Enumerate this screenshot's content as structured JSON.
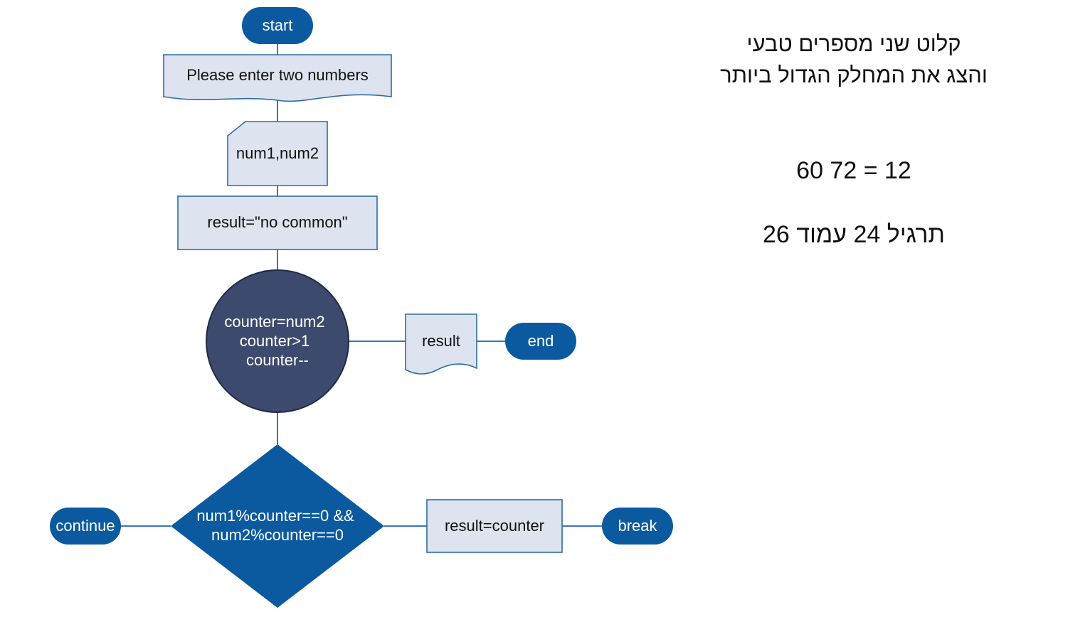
{
  "flowchart": {
    "start_label": "start",
    "prompt_label": "Please enter two numbers",
    "input_label": "num1,num2",
    "init_label": "result=\"no common\"",
    "loop": {
      "line1": "counter=num2",
      "line2": "counter>1",
      "line3": "counter--"
    },
    "output_label": "result",
    "end_label": "end",
    "condition": {
      "line1": "num1%counter==0 &&",
      "line2": "num2%counter==0"
    },
    "continue_label": "continue",
    "assign_label": "result=counter",
    "break_label": "break"
  },
  "text_panel": {
    "title_line1": "קלוט שני מספרים טבעי",
    "title_line2": "והצג את המחלק הגדול ביותר",
    "example": "60 72 = 12",
    "exercise": "תרגיל 24 עמוד 26"
  },
  "colors": {
    "pill_fill": "#0b5aa0",
    "box_fill": "#dde4f0",
    "box_stroke": "#2e6da4",
    "loop_circle": "#3d4a6e",
    "connector": "#3978b0"
  }
}
